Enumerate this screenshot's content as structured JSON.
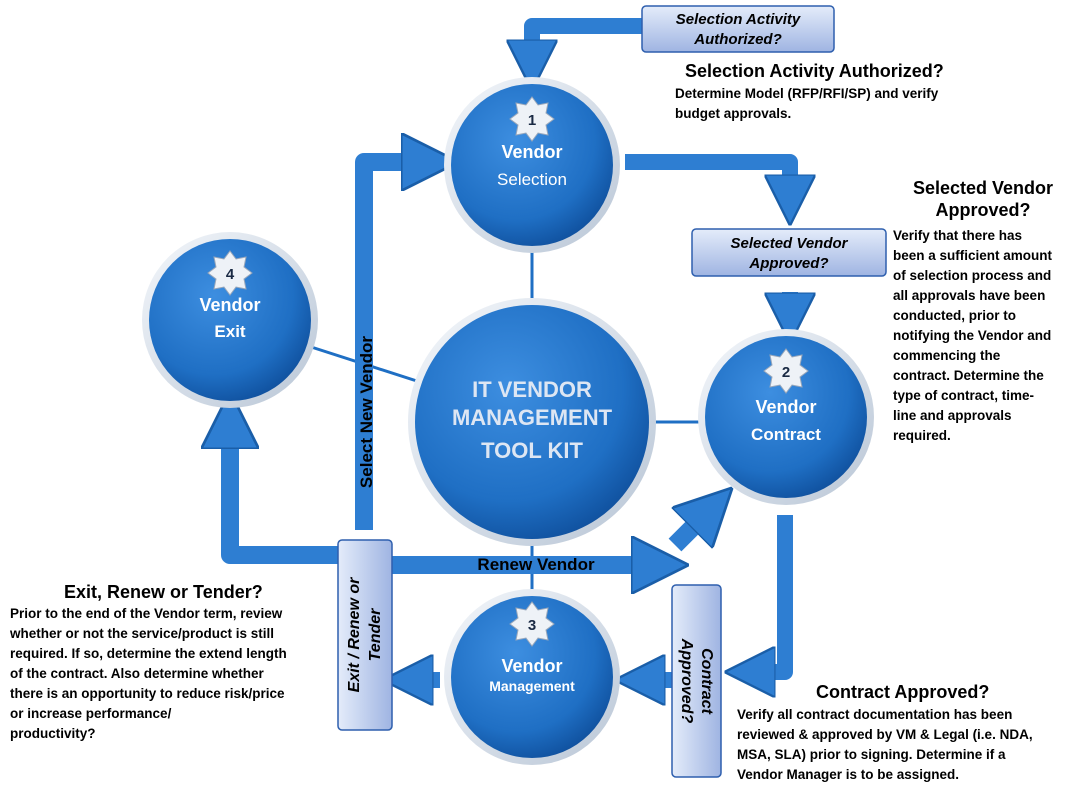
{
  "center": {
    "lines": [
      "IT VENDOR",
      "MANAGEMENT",
      "TOOL KIT"
    ]
  },
  "nodes": [
    {
      "number": "1",
      "title": "Vendor",
      "subtitle": "Selection"
    },
    {
      "number": "2",
      "title": "Vendor",
      "subtitle": "Contract"
    },
    {
      "number": "3",
      "title": "Vendor",
      "subtitle": "Management"
    },
    {
      "number": "4",
      "title": "Vendor",
      "subtitle": "Exit"
    }
  ],
  "gates": {
    "selection_authorized": [
      "Selection Activity",
      "Authorized?"
    ],
    "vendor_approved": [
      "Selected Vendor",
      "Approved?"
    ],
    "contract_approved": [
      "Contract",
      "Approved?"
    ],
    "exit_renew_tender": [
      "Exit / Renew or",
      "Tender"
    ]
  },
  "arrow_labels": {
    "select_new_vendor": "Select New Vendor",
    "renew_vendor": "Renew Vendor"
  },
  "notes": {
    "selection": {
      "heading": "Selection Activity Authorized?",
      "body": [
        "Determine Model (RFP/RFI/SP) and verify",
        "budget approvals."
      ]
    },
    "vendor_approved": {
      "heading": [
        "Selected Vendor",
        "Approved?"
      ],
      "body": [
        "Verify that there has",
        "been a sufficient amount",
        "of selection process and",
        "all approvals have been",
        "conducted, prior to",
        "notifying the Vendor and",
        "commencing the",
        "contract.  Determine the",
        "type of contract, time-",
        "line and approvals",
        "required."
      ]
    },
    "exit": {
      "heading": "Exit, Renew or Tender?",
      "body": [
        "Prior to the end of the Vendor term, review",
        "whether or not the service/product is still",
        "required.  If so, determine the extend length",
        "of the contract.  Also determine whether",
        "there is an opportunity to reduce risk/price",
        "or increase performance/",
        "productivity?"
      ]
    },
    "contract": {
      "heading": "Contract Approved?",
      "body": [
        "Verify all contract documentation has been",
        "reviewed & approved by VM & Legal (i.e.  NDA,",
        "MSA, SLA) prior to signing.  Determine if a",
        "Vendor Manager is to be assigned."
      ]
    }
  },
  "colors": {
    "circle": "#1f6fc4",
    "circle_dark": "#0f4f9c",
    "ring": "#dde7f2",
    "arrow": "#2e7ed2",
    "gate_box": "#b7c8ec",
    "text": "#000000"
  }
}
